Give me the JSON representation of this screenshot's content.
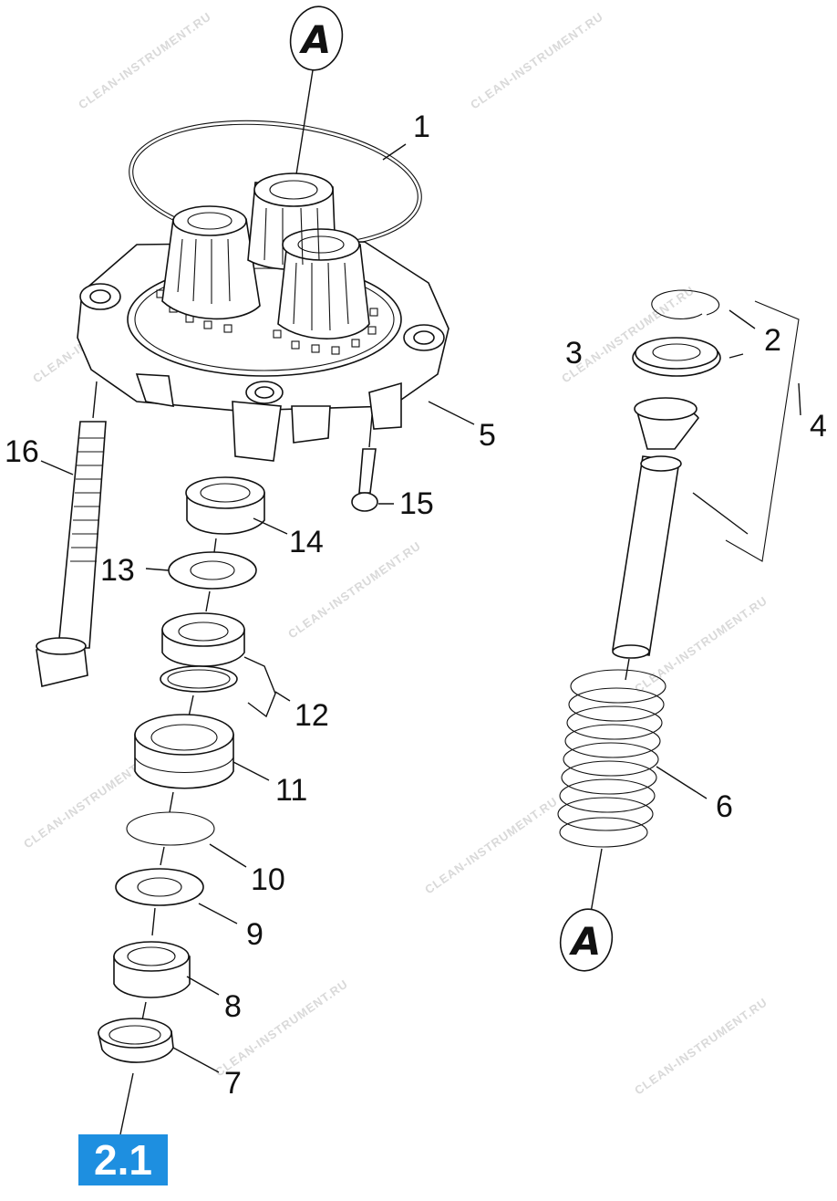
{
  "diagram": {
    "section_badge": "2.1",
    "connector_top": "A",
    "connector_bottom": "A",
    "watermark": "CLEAN-INSTRUMENT.RU",
    "callouts": [
      "1",
      "2",
      "3",
      "4",
      "5",
      "6",
      "7",
      "8",
      "9",
      "10",
      "11",
      "12",
      "13",
      "14",
      "15",
      "16"
    ]
  }
}
